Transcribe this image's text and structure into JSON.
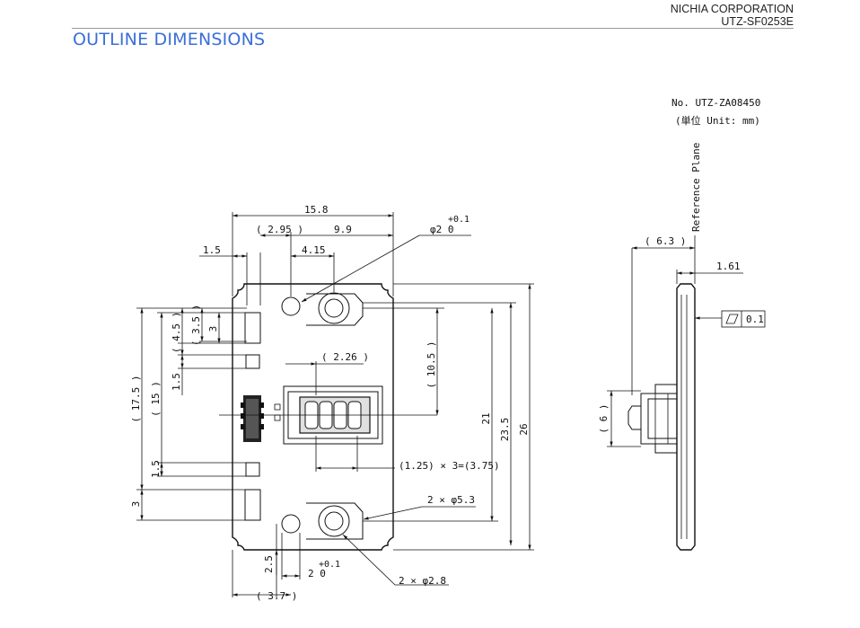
{
  "header": {
    "company": "NICHIA CORPORATION",
    "doc_code": "UTZ-SF0253E",
    "title": "OUTLINE DIMENSIONS"
  },
  "drawing": {
    "number": "No. UTZ-ZA08450",
    "unit": "(単位 Unit: mm)",
    "reference_plane": "Reference Plane",
    "flatness_value": "0.1",
    "dims": {
      "width_total": "15.8",
      "d_2_95": "( 2.95 )",
      "d_9_9": "9.9",
      "d_4_15": "4.15",
      "d_1_5_top": "1.5",
      "hole_tol": "+0.1",
      "hole_dia": "φ2  0",
      "d_3_5": "( 3.5 )",
      "d_3": "3",
      "d_4_5": "( 4.5 )",
      "d_2_26": "( 2.26 )",
      "d_10_5": "( 10.5 )",
      "d_1_5_mid": "1.5",
      "d_17_5": "( 17.5 )",
      "d_15": "( 15 )",
      "d_21": "21",
      "d_23_5": "23.5",
      "d_26": "26",
      "pitch": "(1.25) × 3=(3.75)",
      "d_1_5_low": "1.5",
      "d_3_low": "3",
      "slot": "2 × φ5.3",
      "d_2_5": "2.5",
      "bottom_tol": "+0.1",
      "bottom_dia": "2  0",
      "holes": "2 × φ2.8",
      "d_3_7": "( 3.7 )",
      "side_6_3": "( 6.3 )",
      "side_1_61": "1.61",
      "side_6": "( 6 )"
    }
  }
}
